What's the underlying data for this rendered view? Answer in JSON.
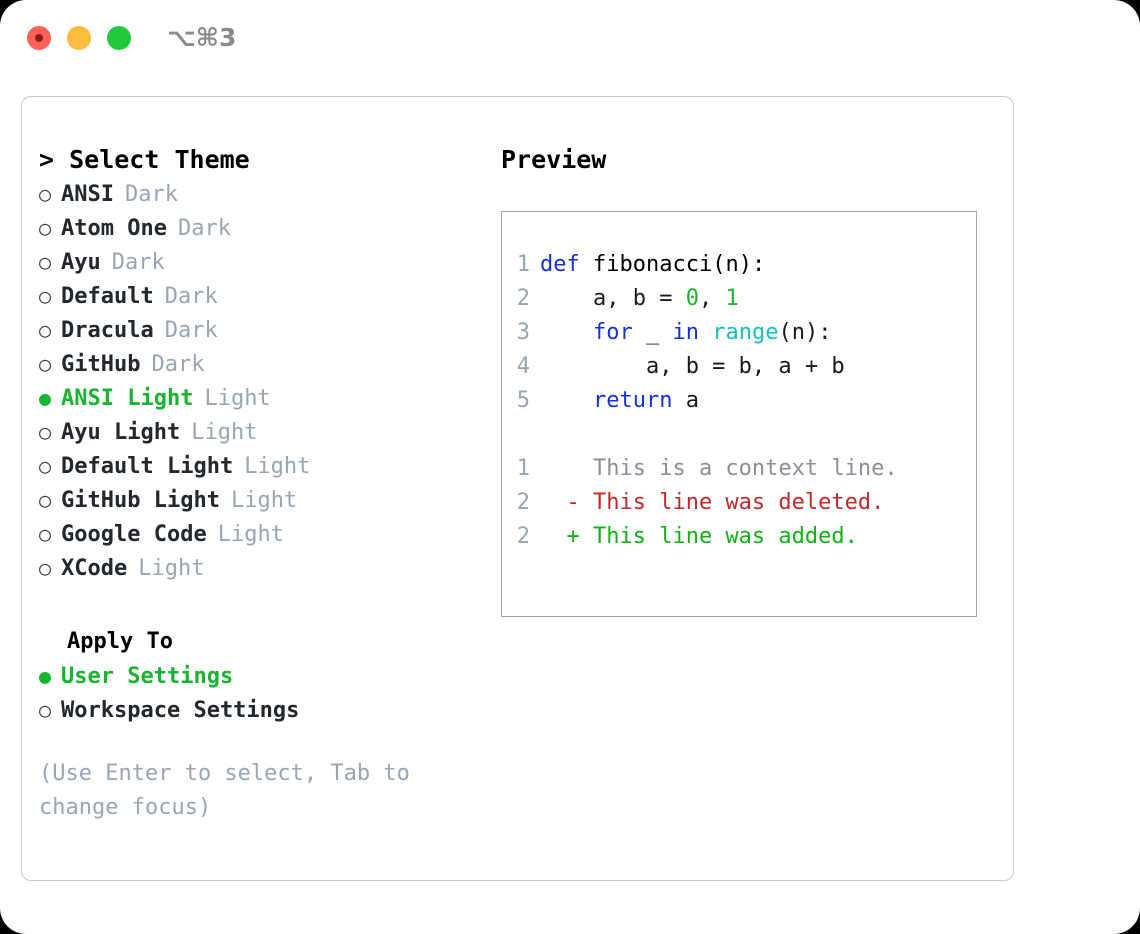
{
  "window": {
    "shortcut": "⌥⌘3",
    "lights": [
      "close-red",
      "minimize-yellow",
      "zoom-green"
    ]
  },
  "theme_picker": {
    "heading": "> Select Theme",
    "bullet_selected": "●",
    "bullet_unselected": "○",
    "options": [
      {
        "label": "ANSI",
        "badge": "Dark",
        "selected": false
      },
      {
        "label": "Atom One",
        "badge": "Dark",
        "selected": false
      },
      {
        "label": "Ayu",
        "badge": "Dark",
        "selected": false
      },
      {
        "label": "Default",
        "badge": "Dark",
        "selected": false
      },
      {
        "label": "Dracula",
        "badge": "Dark",
        "selected": false
      },
      {
        "label": "GitHub",
        "badge": "Dark",
        "selected": false
      },
      {
        "label": "ANSI Light",
        "badge": "Light",
        "selected": true
      },
      {
        "label": "Ayu Light",
        "badge": "Light",
        "selected": false
      },
      {
        "label": "Default Light",
        "badge": "Light",
        "selected": false
      },
      {
        "label": "GitHub Light",
        "badge": "Light",
        "selected": false
      },
      {
        "label": "Google Code",
        "badge": "Light",
        "selected": false
      },
      {
        "label": "XCode",
        "badge": "Light",
        "selected": false
      }
    ]
  },
  "apply_to": {
    "heading": "Apply To",
    "options": [
      {
        "label": "User Settings",
        "selected": true
      },
      {
        "label": "Workspace Settings",
        "selected": false
      }
    ]
  },
  "hint": "(Use Enter to select, Tab to change focus)",
  "preview": {
    "heading": "Preview",
    "code_lines": [
      {
        "no": "1",
        "tokens": [
          {
            "t": "def",
            "c": "kw"
          },
          {
            "t": " ",
            "c": "txt"
          },
          {
            "t": "fibonacci(n):",
            "c": "fn"
          }
        ]
      },
      {
        "no": "2",
        "tokens": [
          {
            "t": "    a, b = ",
            "c": "txt"
          },
          {
            "t": "0",
            "c": "num"
          },
          {
            "t": ", ",
            "c": "txt"
          },
          {
            "t": "1",
            "c": "num"
          }
        ]
      },
      {
        "no": "3",
        "tokens": [
          {
            "t": "    ",
            "c": "txt"
          },
          {
            "t": "for",
            "c": "kw"
          },
          {
            "t": " _ ",
            "c": "txt"
          },
          {
            "t": "in",
            "c": "kw"
          },
          {
            "t": " ",
            "c": "txt"
          },
          {
            "t": "range",
            "c": "bi"
          },
          {
            "t": "(n):",
            "c": "txt"
          }
        ]
      },
      {
        "no": "4",
        "tokens": [
          {
            "t": "        a, b = b, a + b",
            "c": "txt"
          }
        ]
      },
      {
        "no": "5",
        "tokens": [
          {
            "t": "    ",
            "c": "txt"
          },
          {
            "t": "return",
            "c": "kw"
          },
          {
            "t": " a",
            "c": "txt"
          }
        ]
      }
    ],
    "diff_lines": [
      {
        "no": "1",
        "marker": " ",
        "text": "This is a context line.",
        "kind": "ctx"
      },
      {
        "no": "2",
        "marker": "-",
        "text": "This line was deleted.",
        "kind": "del"
      },
      {
        "no": "2",
        "marker": "+",
        "text": "This line was added.",
        "kind": "add"
      }
    ]
  },
  "colors": {
    "accent_green": "#17b530",
    "muted": "#9aa5b4",
    "keyword": "#1330e8",
    "builtin": "#12c2c2",
    "number": "#17b530",
    "diff_delete": "#c62828",
    "diff_add": "#11b312",
    "border": "#c3cbd6"
  }
}
